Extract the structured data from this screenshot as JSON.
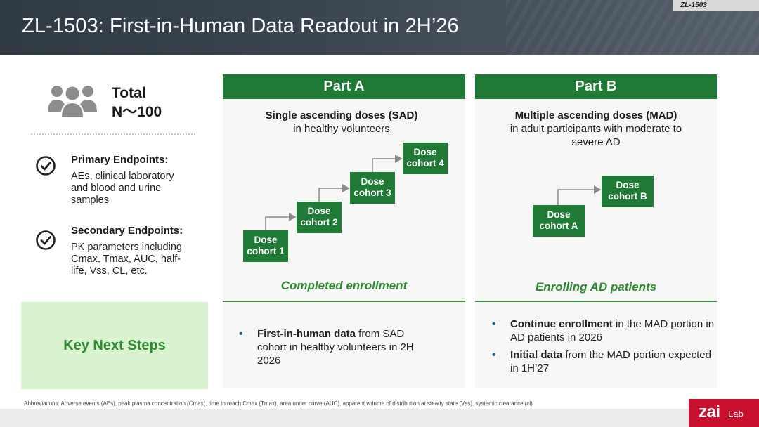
{
  "header": {
    "title": "ZL-1503: First-in-Human Data Readout in 2H’26",
    "tag": "ZL-1503"
  },
  "left": {
    "total_label": "Total",
    "total_value": "N～100",
    "primary": {
      "title": "Primary Endpoints:",
      "body": "AEs, clinical laboratory and blood and urine samples"
    },
    "secondary": {
      "title": "Secondary Endpoints:",
      "body": "PK parameters including Cmax, Tmax, AUC, half-life, Vss, CL, etc."
    },
    "key_next_steps": "Key Next Steps"
  },
  "part_a": {
    "header": "Part A",
    "desc_bold": "Single ascending doses (SAD)",
    "desc": "in healthy volunteers",
    "cohorts": [
      {
        "line1": "Dose",
        "line2": "cohort 1"
      },
      {
        "line1": "Dose",
        "line2": "cohort 2"
      },
      {
        "line1": "Dose",
        "line2": "cohort 3"
      },
      {
        "line1": "Dose",
        "line2": "cohort 4"
      }
    ],
    "status": "Completed enrollment",
    "bullets": [
      {
        "bold": "First-in-human data",
        "text": " from SAD cohort in healthy volunteers in 2H 2026"
      }
    ]
  },
  "part_b": {
    "header": "Part B",
    "desc_bold": "Multiple ascending doses (MAD)",
    "desc": "in adult participants with moderate to severe AD",
    "cohorts": [
      {
        "line1": "Dose",
        "line2": "cohort A"
      },
      {
        "line1": "Dose",
        "line2": "cohort B"
      }
    ],
    "status": "Enrolling AD patients",
    "bullets": [
      {
        "bold": "Continue enrollment",
        "text": " in the MAD portion in AD patients in 2026"
      },
      {
        "bold": "Initial data",
        "text": " from the MAD portion expected in 1H’27"
      }
    ]
  },
  "footnote": "Abbreviations: Adverse events (AEs), peak plasma concentration (Cmax), time to reach Cmax (Tmax), area under curve (AUC), apparent volume of distribution at steady state (Vss), systemic clearance (cl).",
  "logo": {
    "zai": "zai",
    "lab": "Lab"
  },
  "colors": {
    "brand_green": "#1e7a35",
    "accent_green": "#2e8b2e",
    "key_box": "#d9f3d1",
    "logo_red": "#c8102e"
  }
}
